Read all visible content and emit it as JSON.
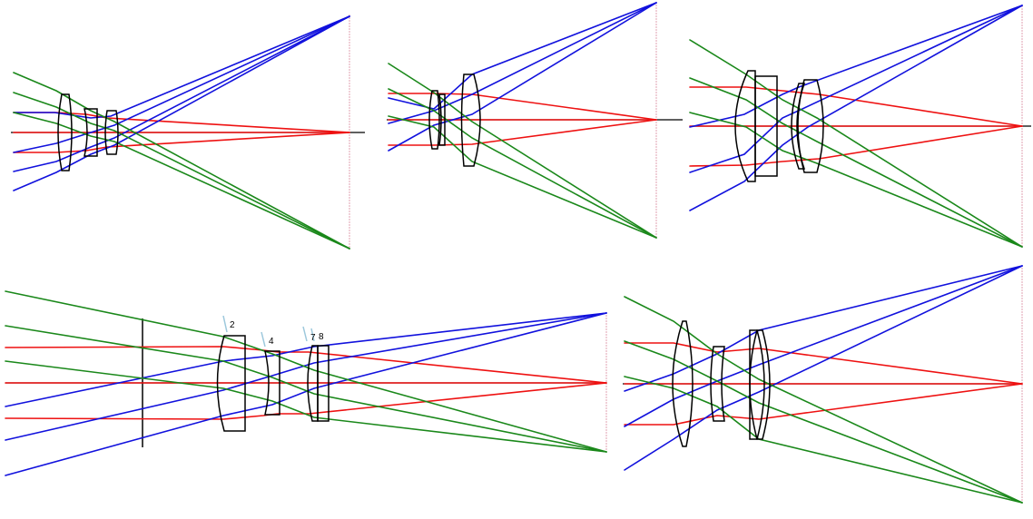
{
  "colors": {
    "axial_rays": "#ee1111",
    "off_axis_up": "#1111dd",
    "off_axis_down": "#1a881a",
    "lens": "#000000",
    "image_plane": "#e0a0b0",
    "surface_tick": "#9cc8dc"
  },
  "surface_labels": [
    "2",
    "4",
    "7",
    "8"
  ]
}
